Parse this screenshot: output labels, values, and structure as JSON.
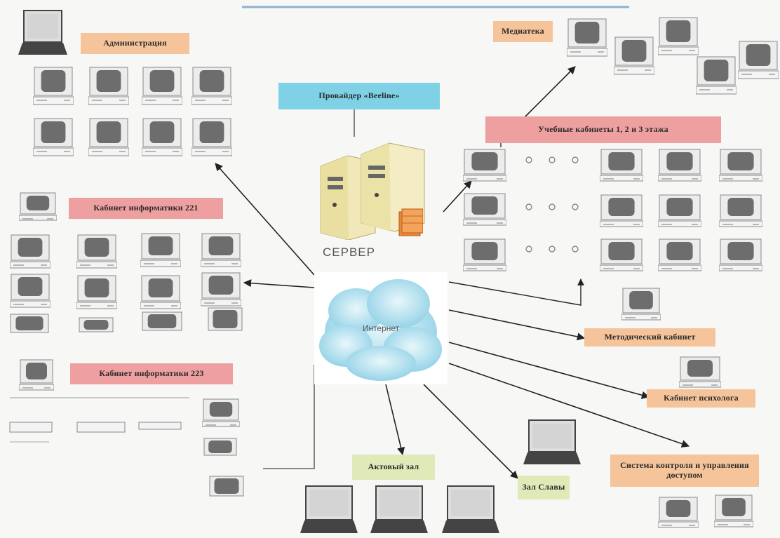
{
  "labels": {
    "administration": "Администрация",
    "media": "Медиатека",
    "provider": "Провайдер «Beeline»",
    "classrooms": "Учебные кабинеты 1, 2 и 3 этажа",
    "informatics_221": "Кабинет информатики 221",
    "informatics_223": "Кабинет информатики 223",
    "methodical": "Методический кабинет",
    "psychologist": "Кабинет психолога",
    "access_control": "Система контроля и управления доступом",
    "assembly_hall": "Актовый зал",
    "hall_glory": "Зал Славы",
    "server": "СЕРВЕР",
    "internet": "Интернет"
  },
  "icons": {
    "computer": "desktop-computer-icon",
    "laptop": "laptop-icon",
    "server": "server-icon",
    "firewall": "firewall-icon",
    "cloud": "internet-cloud-icon"
  },
  "colors": {
    "orange_label": "#f6c49a",
    "pink_label": "#eea0a0",
    "cyan_label": "#7fd1e6",
    "green_label": "#dfeab8",
    "cloud": "#b7e3f0"
  }
}
